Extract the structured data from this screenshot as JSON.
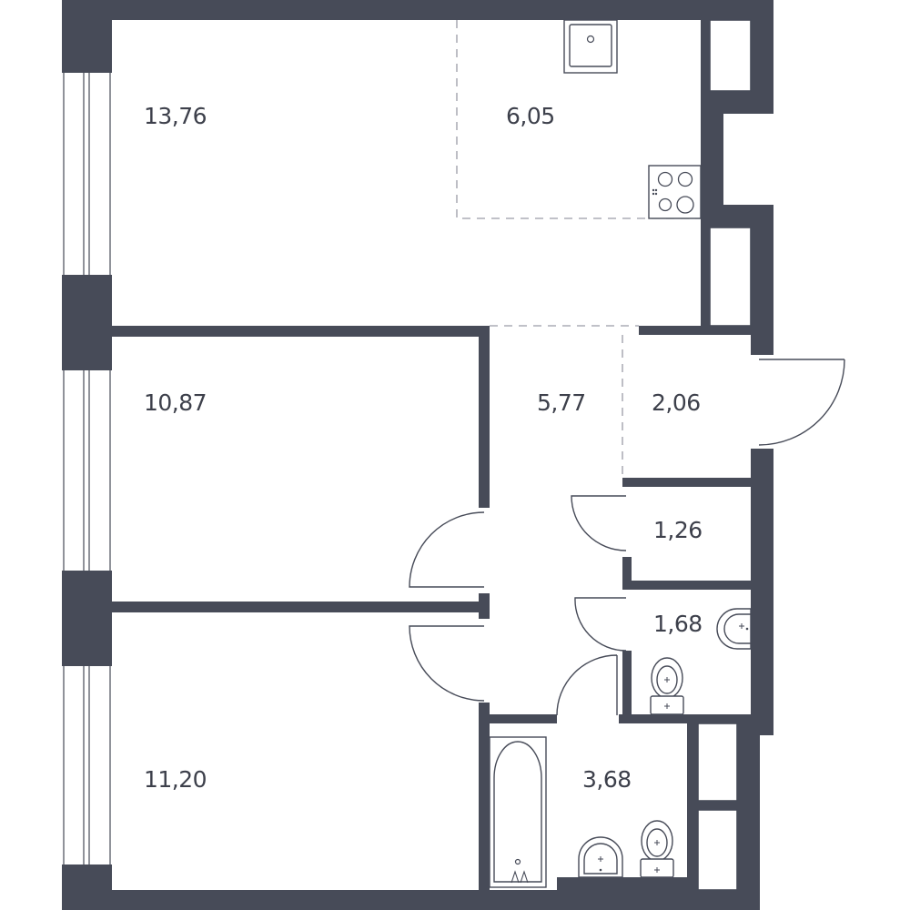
{
  "rooms": [
    {
      "id": "living-room",
      "area": "13,76"
    },
    {
      "id": "kitchen",
      "area": "6,05"
    },
    {
      "id": "bedroom-1",
      "area": "10,87"
    },
    {
      "id": "hallway",
      "area": "5,77"
    },
    {
      "id": "entrance",
      "area": "2,06"
    },
    {
      "id": "storage",
      "area": "1,26"
    },
    {
      "id": "toilet",
      "area": "1,68"
    },
    {
      "id": "bedroom-2",
      "area": "11,20"
    },
    {
      "id": "bathroom",
      "area": "3,68"
    }
  ],
  "colors": {
    "wall": "#474b58",
    "dashed_line": "#9a9ca6",
    "background": "#ffffff",
    "label": "#3d404b"
  }
}
